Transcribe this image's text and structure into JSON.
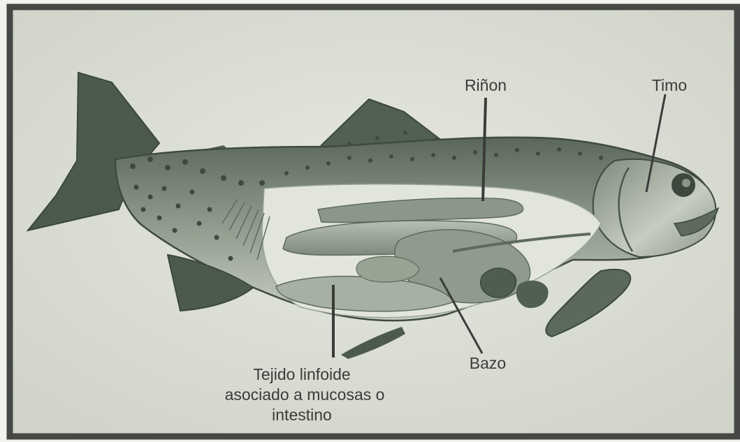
{
  "labels": {
    "rinon": "Riñon",
    "timo": "Timo",
    "bazo": "Bazo",
    "tejido_line1": "Tejido linfoide",
    "tejido_line2": "asociado a mucosas o",
    "tejido_line3": "intestino"
  },
  "colors": {
    "frame": "#454845",
    "background": "#dcdfd6",
    "fish_dark": "#4c5a4d",
    "fish_mid": "#7f8c7d",
    "organ": "#9aa596",
    "label_text": "#3a3c3a"
  }
}
